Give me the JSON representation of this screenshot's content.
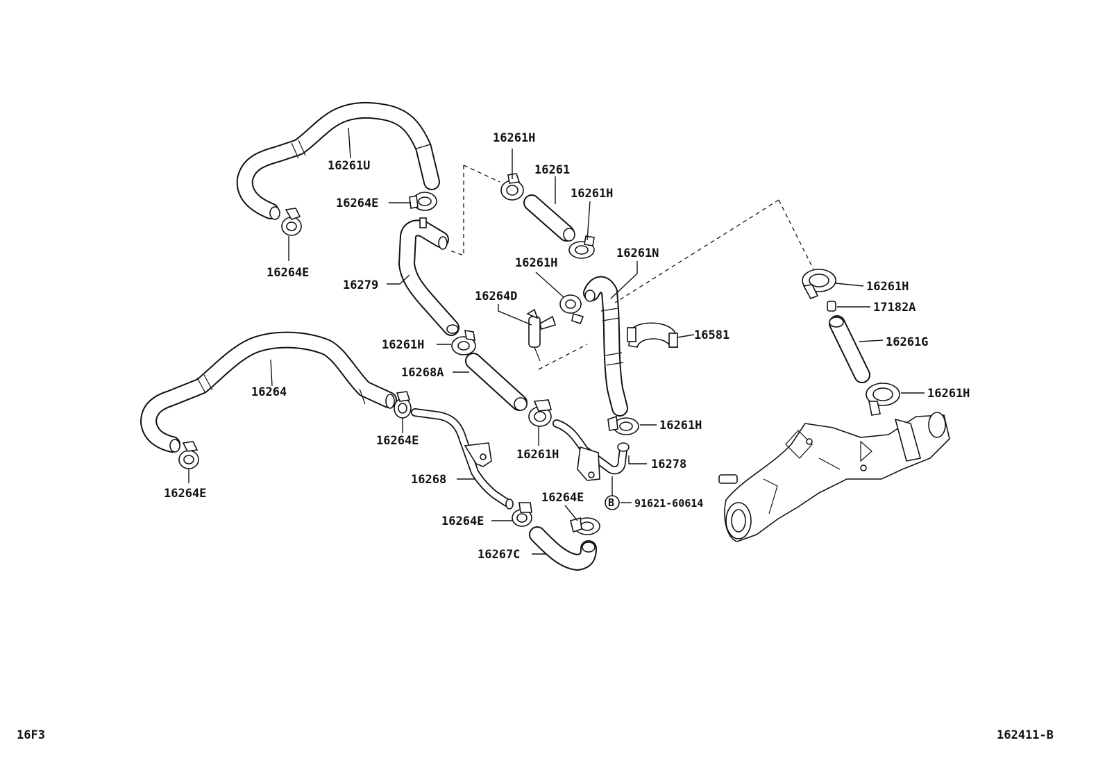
{
  "labels": {
    "p16261U": "16261U",
    "p16264E_a": "16264E",
    "p16264E_b": "16264E",
    "p16279": "16279",
    "p16261H_a": "16261H",
    "p16261": "16261",
    "p16261H_b": "16261H",
    "p16261H_c": "16261H",
    "p16261N": "16261N",
    "p16264D": "16264D",
    "p16261H_d": "16261H",
    "p16268A": "16268A",
    "p16264": "16264",
    "p16264E_c": "16264E",
    "p16264E_d": "16264E",
    "p16268": "16268",
    "p16261H_e": "16261H",
    "p16261H_f": "16261H",
    "p16278": "16278",
    "p16264E_e": "16264E",
    "p16264E_f": "16264E",
    "p16267C": "16267C",
    "p16581": "16581",
    "p16261H_g": "16261H",
    "p17182A": "17182A",
    "p16261G": "16261G",
    "p16261H_h": "16261H",
    "bolt_marker": "B",
    "bolt_part": "91621-60614"
  },
  "footer": {
    "left_code": "16F3",
    "right_code": "162411-B"
  }
}
